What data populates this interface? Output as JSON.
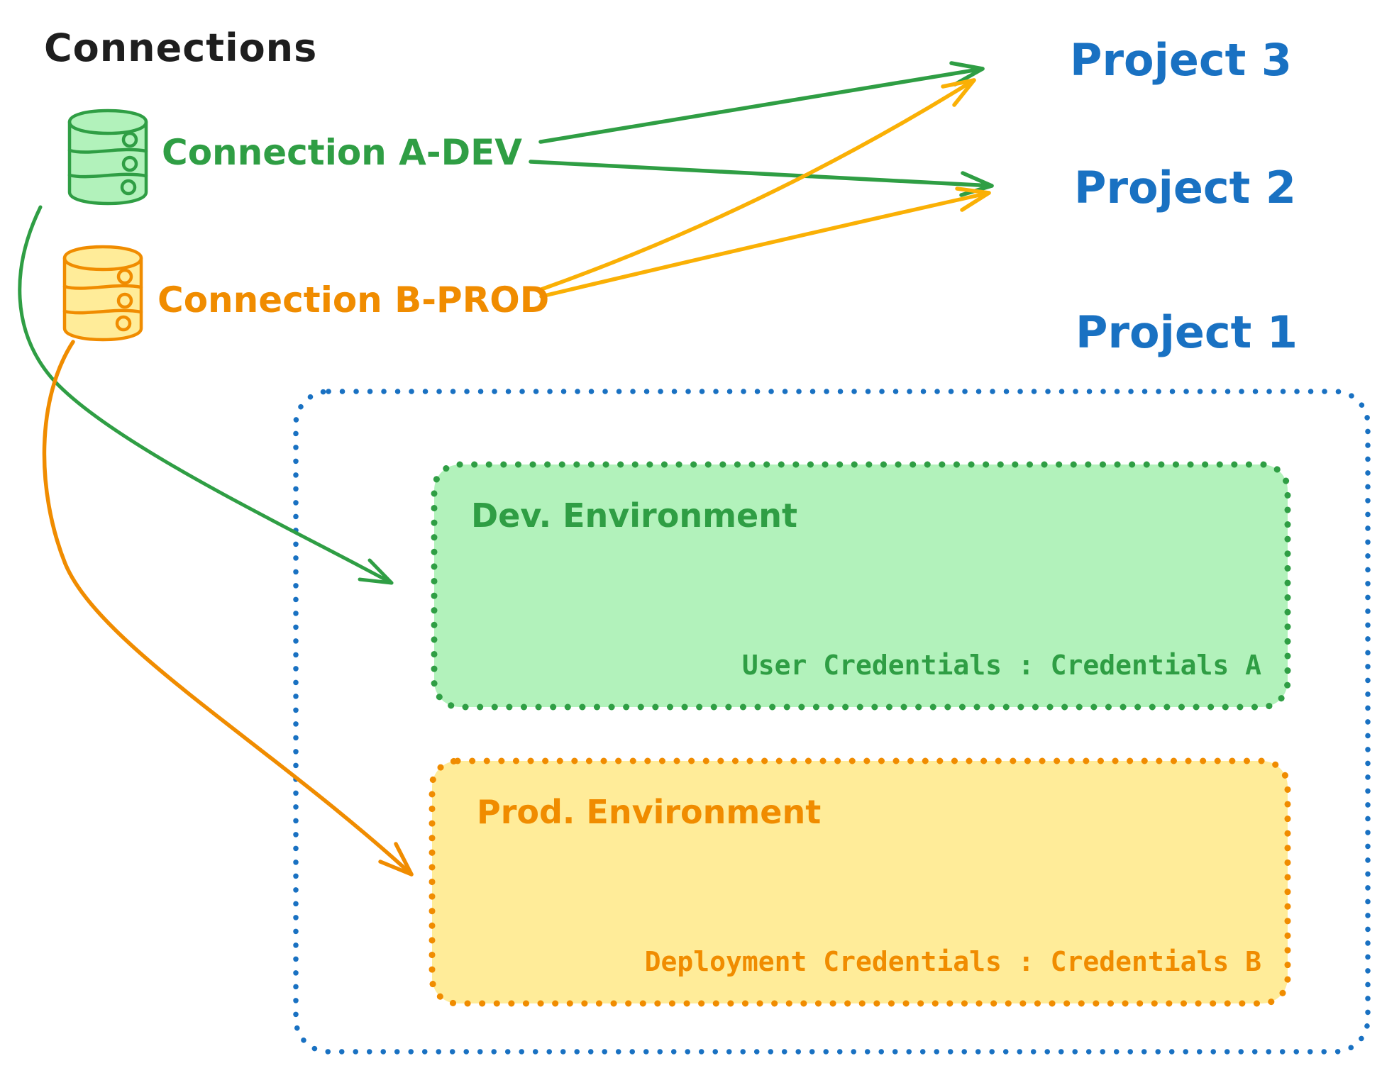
{
  "title": "Connections",
  "colors": {
    "ink": "#1e1e1e",
    "green_stroke": "#2f9e44",
    "green_fill": "#b2f2bb",
    "orange_stroke": "#f08c00",
    "orange_arrow": "#fab005",
    "orange_fill": "#ffec99",
    "blue": "#1971c2"
  },
  "connections": [
    {
      "label": "Connection A-DEV",
      "icon": "database-icon",
      "color": "#2f9e44"
    },
    {
      "label": "Connection B-PROD",
      "icon": "database-icon",
      "color": "#f08c00"
    }
  ],
  "projects": [
    {
      "label": "Project 3"
    },
    {
      "label": "Project 2"
    },
    {
      "label": "Project 1"
    }
  ],
  "environments": [
    {
      "title": "Dev. Environment",
      "credentials_label": "User Credentials : Credentials A"
    },
    {
      "title": "Prod. Environment",
      "credentials_label": "Deployment Credentials : Credentials B"
    }
  ],
  "edges": [
    {
      "from": "Connection A-DEV",
      "to": "Project 3"
    },
    {
      "from": "Connection A-DEV",
      "to": "Project 2"
    },
    {
      "from": "Connection B-PROD",
      "to": "Project 3"
    },
    {
      "from": "Connection B-PROD",
      "to": "Project 2"
    },
    {
      "from": "Connection A-DEV",
      "to": "Dev. Environment"
    },
    {
      "from": "Connection B-PROD",
      "to": "Prod. Environment"
    }
  ]
}
